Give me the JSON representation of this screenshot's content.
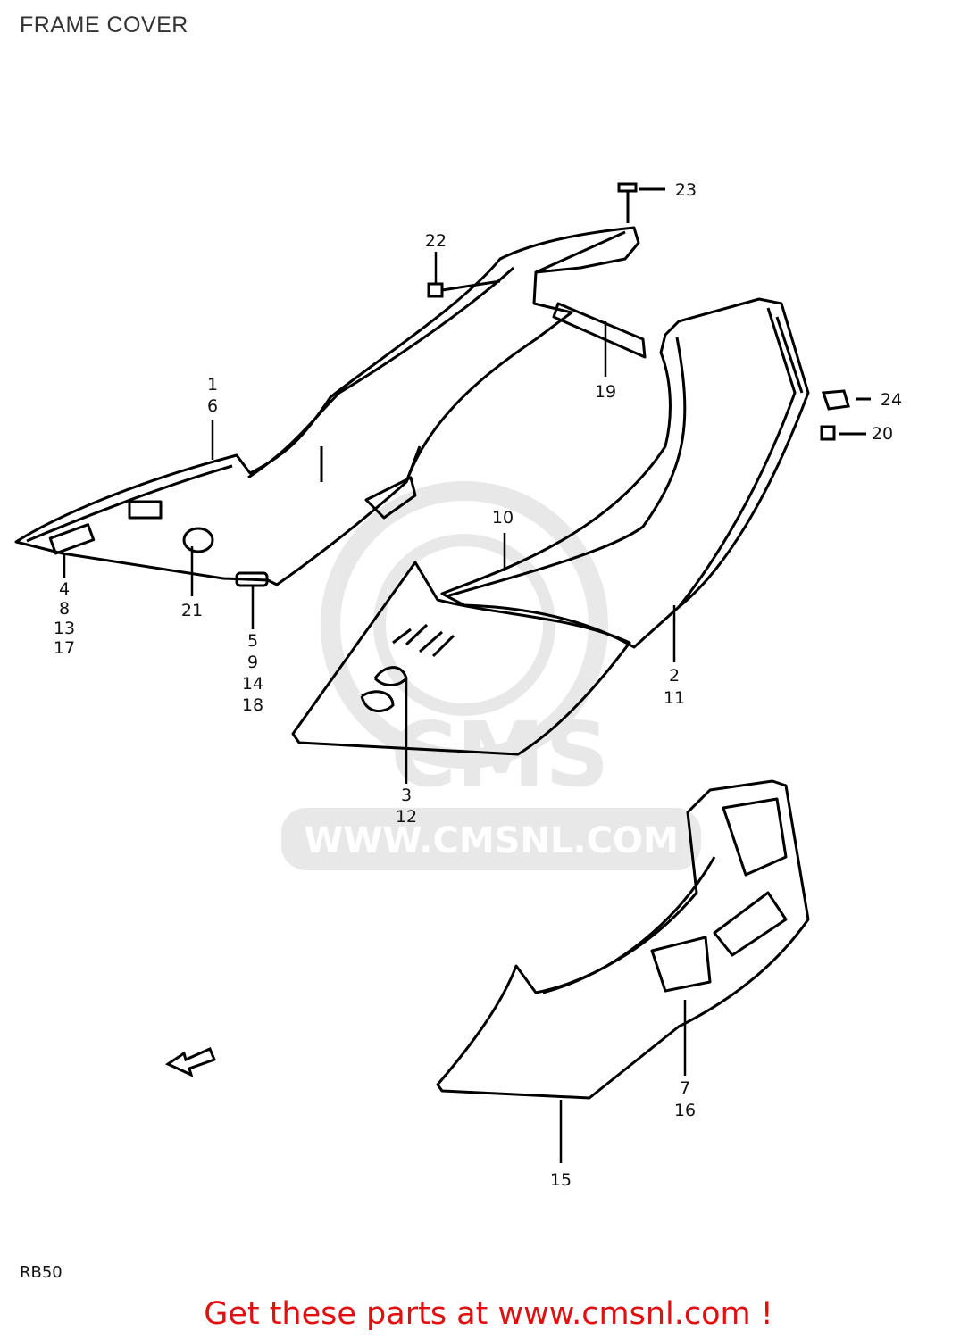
{
  "title": "FRAME COVER",
  "model_code": "RB50",
  "watermark": {
    "brand": "CMS",
    "url": "WWW.CMSNL.COM"
  },
  "cta": "Get these parts at www.cmsnl.com !",
  "callouts": [
    {
      "id": "c1",
      "text": "1"
    },
    {
      "id": "c6",
      "text": "6"
    },
    {
      "id": "c4",
      "text": "4"
    },
    {
      "id": "c8",
      "text": "8"
    },
    {
      "id": "c13",
      "text": "13"
    },
    {
      "id": "c17",
      "text": "17"
    },
    {
      "id": "c21",
      "text": "21"
    },
    {
      "id": "c5",
      "text": "5"
    },
    {
      "id": "c9",
      "text": "9"
    },
    {
      "id": "c14",
      "text": "14"
    },
    {
      "id": "c18",
      "text": "18"
    },
    {
      "id": "c22",
      "text": "22"
    },
    {
      "id": "c23",
      "text": "23"
    },
    {
      "id": "c19",
      "text": "19"
    },
    {
      "id": "c24",
      "text": "24"
    },
    {
      "id": "c20",
      "text": "20"
    },
    {
      "id": "c10",
      "text": "10"
    },
    {
      "id": "c2",
      "text": "2"
    },
    {
      "id": "c11",
      "text": "11"
    },
    {
      "id": "c3",
      "text": "3"
    },
    {
      "id": "c12",
      "text": "12"
    },
    {
      "id": "c7",
      "text": "7"
    },
    {
      "id": "c16",
      "text": "16"
    },
    {
      "id": "c15",
      "text": "15"
    }
  ]
}
